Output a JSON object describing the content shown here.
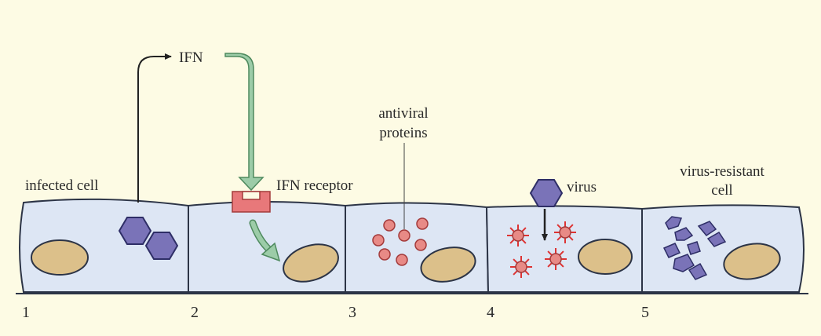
{
  "labels": {
    "ifn": "IFN",
    "infected_cell": "infected cell",
    "ifn_receptor": "IFN receptor",
    "antiviral_line1": "antiviral",
    "antiviral_line2": "proteins",
    "virus": "virus",
    "resistant_line1": "virus-resistant",
    "resistant_line2": "cell"
  },
  "steps": [
    "1",
    "2",
    "3",
    "4",
    "5"
  ],
  "colors": {
    "background": "#fdfbe4",
    "cell_fill": "#dde6f4",
    "cell_stroke": "#2c3446",
    "nucleus_fill": "#dcc08a",
    "virus_fill": "#7a73b8",
    "virus_stroke": "#2e2e66",
    "protein_fill": "#e88a86",
    "protein_stroke": "#a33a3a",
    "receptor_fill": "#e8787a",
    "green_arrow": "#9ccca8",
    "green_arrow_stroke": "#4e8a5e"
  },
  "icons": [
    "virus-hexagon",
    "antiviral-protein",
    "ifn-receptor",
    "arrow"
  ]
}
